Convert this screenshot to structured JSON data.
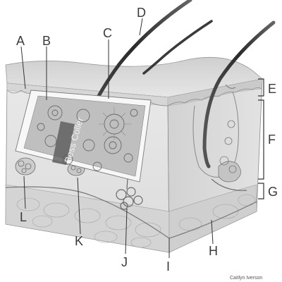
{
  "figure": {
    "labels": [
      "A",
      "B",
      "C",
      "D",
      "E",
      "F",
      "G",
      "H",
      "I",
      "J",
      "K",
      "L"
    ],
    "sticker_text": "Bess Coller",
    "credit": "Caitlyn Iverson"
  }
}
